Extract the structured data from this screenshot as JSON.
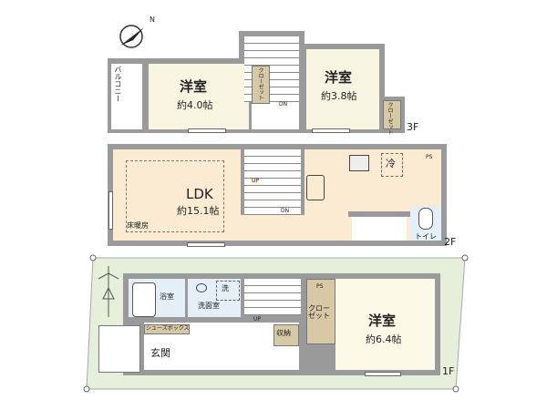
{
  "compass": {
    "north_label": "N"
  },
  "floor3": {
    "label": "3F",
    "balcony": "バルコニー",
    "room_left": {
      "name": "洋室",
      "size": "約4.0帖"
    },
    "room_right": {
      "name": "洋室",
      "size": "約3.8帖"
    },
    "closet_left": "クローゼット",
    "closet_right": "クローゼット",
    "stairs": "DN"
  },
  "floor2": {
    "label": "2F",
    "ldk": {
      "name": "LDK",
      "size": "約15.1帖"
    },
    "floor_heating": "床暖房",
    "stairs_up": "UP",
    "stairs_dn": "DN",
    "fridge": "冷",
    "toilet": "トイレ",
    "ps": "PS"
  },
  "floor1": {
    "label": "1F",
    "bath": "浴室",
    "washroom": "洗面室",
    "washer": "洗",
    "shoebox": "シューズボックス",
    "entrance": "玄関",
    "stairs": "UP",
    "storage": "収納",
    "closet": "クローゼット",
    "room": {
      "name": "洋室",
      "size": "約6.4帖"
    },
    "ps": "PS"
  },
  "colors": {
    "room": "#f8f6e2",
    "ldk": "#faebd2",
    "wet": "#e4eff8",
    "closet": "#d8c9a6",
    "site": "#e6efd9",
    "wall": "#9a9a9a"
  }
}
